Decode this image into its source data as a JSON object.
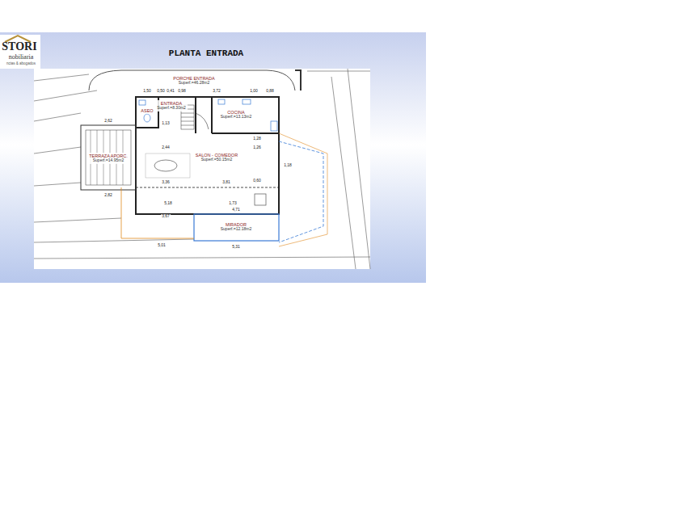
{
  "diagram": {
    "title": "PLANTA ENTRADA",
    "nodes": [
      {
        "text": [
          "PORCHE ENTRADA",
          "Superf.=46.28m2"
        ]
      },
      {
        "text": [
          "ASEO"
        ]
      },
      {
        "text": [
          "ENTRADA",
          "Superf.=8.30m2"
        ]
      },
      {
        "text": [
          "COCINA",
          "Superf.=13.13m2"
        ]
      },
      {
        "text": [
          "TERRAZA APORC.",
          "Superf.=14.95m2"
        ]
      },
      {
        "text": [
          "SALON - COMEDOR",
          "Superf.=50.15m2"
        ]
      },
      {
        "text": [
          "MIRADOR",
          "Superf.=12.18m2"
        ]
      }
    ],
    "labels": [
      "STORI",
      "nobiliaria",
      "ncias & abogados",
      "1,50",
      "0,50",
      "0,41",
      "0,98",
      "3,72",
      "1,00",
      "0,88",
      "1,13",
      "1,28",
      "2,62",
      "2,44",
      "1,26",
      "0,60",
      "3,36",
      "3,81",
      "2,82",
      "5,18",
      "1,73",
      "3,67",
      "4,71",
      "1,18",
      "5,01",
      "5,31"
    ]
  }
}
